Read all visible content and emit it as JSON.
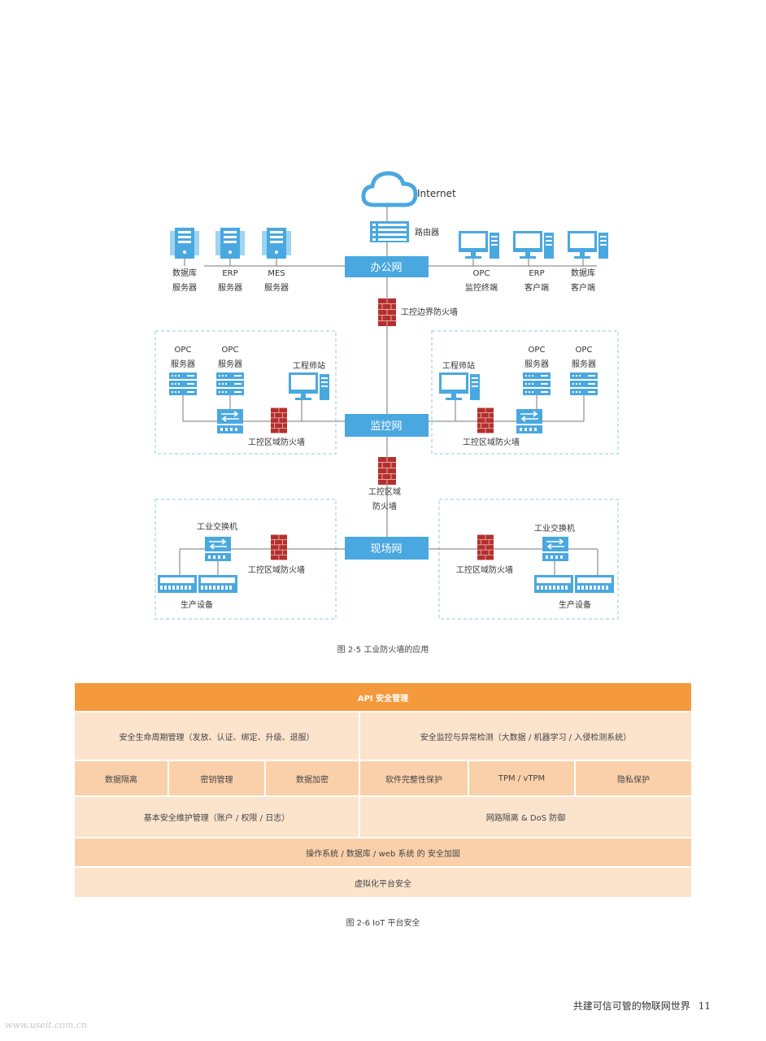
{
  "fig25": {
    "internet": "Internet",
    "router": "路由器",
    "office_net": "办公网",
    "office_left": [
      {
        "l1": "数据库",
        "l2": "服务器"
      },
      {
        "l1": "ERP",
        "l2": "服务器"
      },
      {
        "l1": "MES",
        "l2": "服务器"
      }
    ],
    "office_right": [
      {
        "l1": "OPC",
        "l2": "监控终端"
      },
      {
        "l1": "ERP",
        "l2": "客户端"
      },
      {
        "l1": "数据库",
        "l2": "客户端"
      }
    ],
    "border_fw": "工控边界防火墙",
    "monitor_net": "监控网",
    "left_opc": [
      {
        "l1": "OPC",
        "l2": "服务器"
      },
      {
        "l1": "OPC",
        "l2": "服务器"
      }
    ],
    "right_opc": [
      {
        "l1": "OPC",
        "l2": "服务器"
      },
      {
        "l1": "OPC",
        "l2": "服务器"
      }
    ],
    "eng_station": "工程师站",
    "zone_fw": "工控区域防火墙",
    "mid_fw_l1": "工控区域",
    "mid_fw_l2": "防火墙",
    "field_net": "现场网",
    "ind_switch": "工业交换机",
    "prod_equip": "生产设备",
    "caption": "图 2-5 工业防火墙的应用"
  },
  "fig26": {
    "header": "API 安全管理",
    "row1": [
      "安全生命周期管理（发放、认证、绑定、升级、退服）",
      "安全监控与异常检测（大数据 / 机器学习 / 入侵检测系统）"
    ],
    "row2": [
      "数据隔离",
      "密钥管理",
      "数据加密",
      "软件完整性保护",
      "TPM / vTPM",
      "隐私保护"
    ],
    "row3": [
      "基本安全维护管理（账户 / 权限 / 日志）",
      "网路隔离 & DoS 防御"
    ],
    "row4": "操作系统 / 数据库 / web 系统 的 安全加固",
    "row5": "虚拟化平台安全",
    "caption": "图 2-6 IoT 平台安全"
  },
  "footer": {
    "title": "共建可信可管的物联网世界",
    "page": "11"
  },
  "watermark": "www.useit.com.cn",
  "colors": {
    "blue": "#4aa8e0",
    "orange": "#f59a3c",
    "brick": "#b3302e",
    "dash": "#8ccde0"
  }
}
